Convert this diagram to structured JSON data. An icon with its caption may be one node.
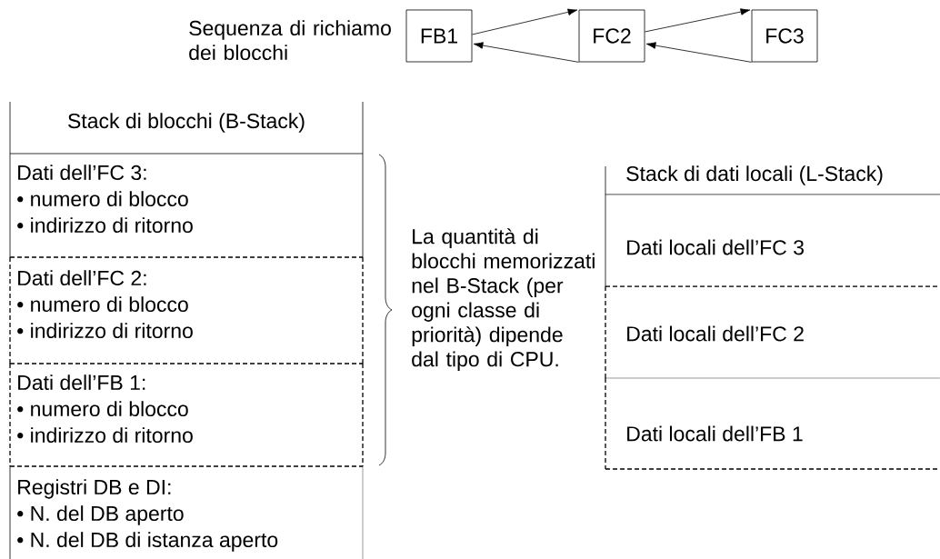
{
  "diagram": {
    "nodes": [
      {
        "text": [
          "FB1"
        ]
      },
      {
        "text": [
          "FC2"
        ]
      },
      {
        "text": [
          "FC3"
        ]
      },
      {
        "text": [
          "Stack di blocchi (B-Stack)"
        ]
      },
      {
        "text": [
          "Dati dell’FC 3:",
          "• numero di blocco",
          "• indirizzo di ritorno"
        ]
      },
      {
        "text": [
          "Dati dell’FC 2:",
          "• numero di blocco",
          "• indirizzo di ritorno"
        ]
      },
      {
        "text": [
          "Dati dell’FB 1:",
          "• numero di blocco",
          "• indirizzo di ritorno"
        ]
      },
      {
        "text": [
          "Registri DB e DI:",
          "• N. del DB aperto",
          "• N. del DB di istanza aperto"
        ]
      },
      {
        "text": [
          "Stack di dati locali (L-Stack)"
        ]
      },
      {
        "text": [
          "Dati locali dell’FC 3"
        ]
      },
      {
        "text": [
          "Dati locali dell’FC 2"
        ]
      },
      {
        "text": [
          "Dati locali dell’FB 1"
        ]
      }
    ],
    "edges": [
      {
        "from": 0,
        "to": 1,
        "arrow": "to"
      },
      {
        "from": 1,
        "to": 0,
        "arrow": "to"
      },
      {
        "from": 1,
        "to": 2,
        "arrow": "to"
      },
      {
        "from": 2,
        "to": 1,
        "arrow": "to"
      }
    ],
    "labels": [
      "Sequenza di richiamo dei blocchi",
      "La quantità di blocchi memorizzati nel B-Stack (per ogni classe di priorità) dipende dal tipo di CPU."
    ]
  }
}
